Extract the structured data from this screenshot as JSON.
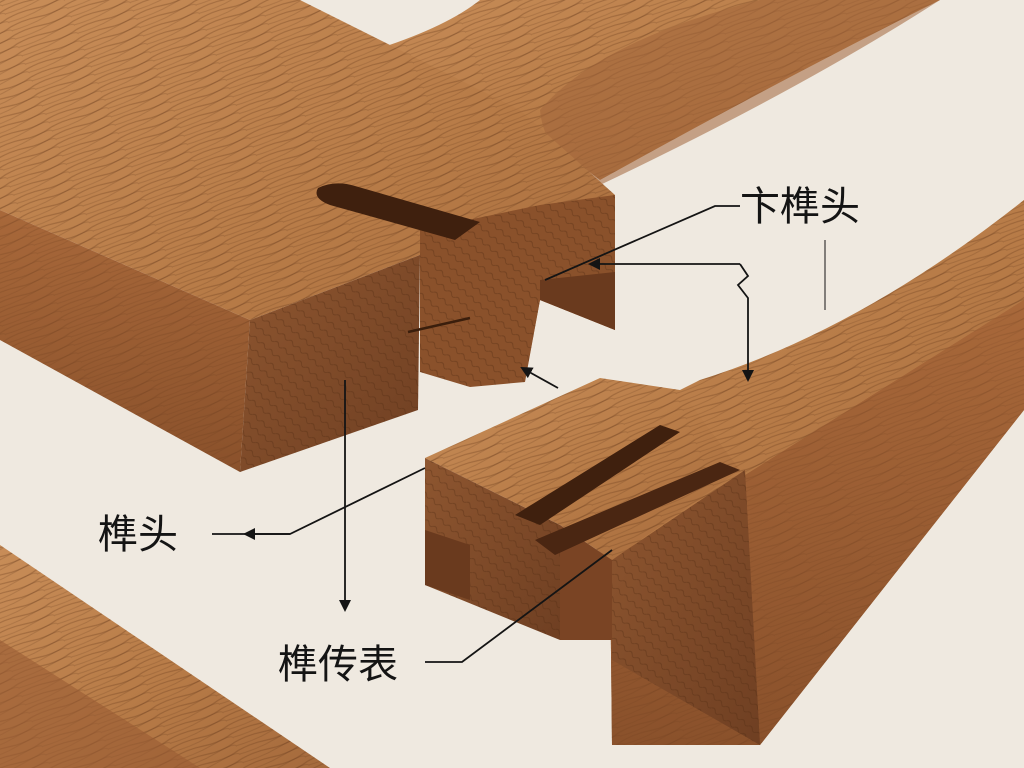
{
  "labels": {
    "top_right": "卞榫头",
    "middle_left": "榫头",
    "bottom": "榫传表"
  },
  "colors": {
    "background": "#efe9e0",
    "wood_top": "#bb804e",
    "wood_side": "#9a5c33",
    "wood_end": "#7f4a28",
    "wood_shadow": "#5f361d",
    "ink": "#141414"
  }
}
